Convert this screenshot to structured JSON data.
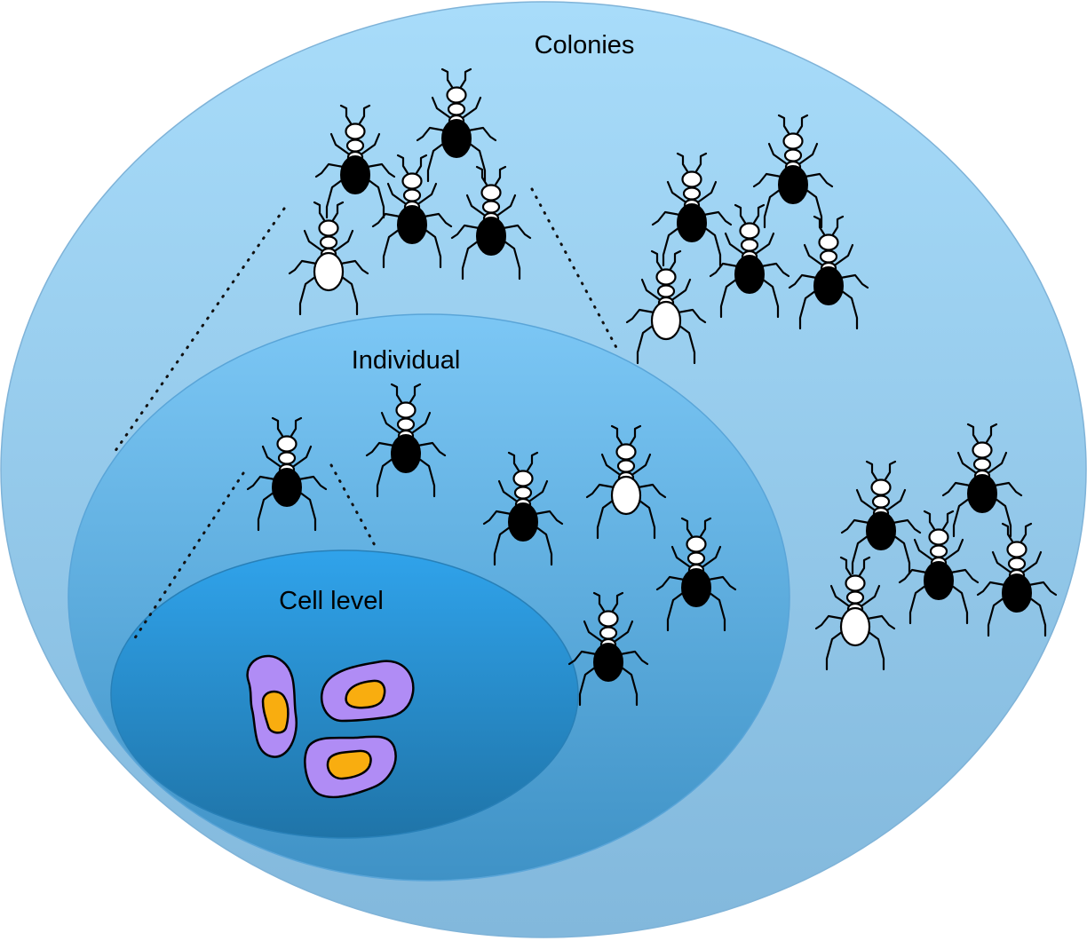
{
  "levels": {
    "colonies": {
      "label": "Colonies"
    },
    "individual": {
      "label": "Individual"
    },
    "cell": {
      "label": "Cell level"
    }
  },
  "colors": {
    "outer_top": "#a8dcfa",
    "outer_bottom": "#82b8dc",
    "middle_top": "#7cc7f5",
    "middle_bottom": "#3f92c6",
    "inner_top": "#30a3eb",
    "inner_bottom": "#1f74a8",
    "cell_membrane": "#b08cf5",
    "cell_nucleus": "#f9ad0f",
    "ant_filled": "#000000",
    "ant_hollow": "#ffffff"
  },
  "icons": [
    "ant-icon",
    "cell-icon"
  ]
}
